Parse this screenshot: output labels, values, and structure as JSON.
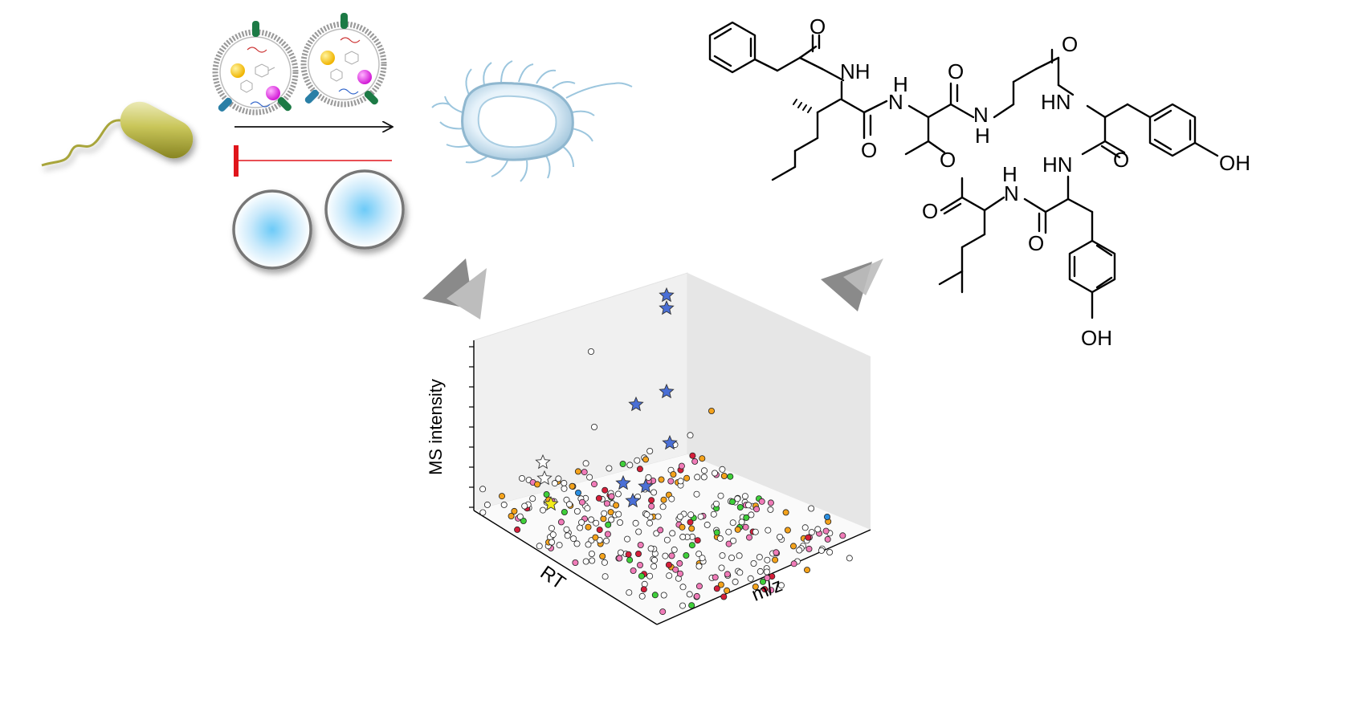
{
  "figure": {
    "plot3d": {
      "axis_x": "RT",
      "axis_y": "m/z",
      "axis_z": "MS intensity"
    },
    "molecule_labels": [
      {
        "id": "O1",
        "text": "O"
      },
      {
        "id": "NH1",
        "text": "NH"
      },
      {
        "id": "HN2h",
        "text": "H"
      },
      {
        "id": "N2",
        "text": "N"
      },
      {
        "id": "O2",
        "text": "O"
      },
      {
        "id": "O3",
        "text": "O"
      },
      {
        "id": "N3",
        "text": "N"
      },
      {
        "id": "H3",
        "text": "H"
      },
      {
        "id": "O4",
        "text": "O"
      },
      {
        "id": "HN4",
        "text": "HN"
      },
      {
        "id": "OH1",
        "text": "OH"
      },
      {
        "id": "O5",
        "text": "O"
      },
      {
        "id": "HN5",
        "text": "HN"
      },
      {
        "id": "O6",
        "text": "O"
      },
      {
        "id": "H7",
        "text": "H"
      },
      {
        "id": "N7",
        "text": "N"
      },
      {
        "id": "O7",
        "text": "O"
      },
      {
        "id": "O8",
        "text": "O"
      },
      {
        "id": "N8",
        "text": "N"
      },
      {
        "id": "H8",
        "text": "H"
      },
      {
        "id": "O9",
        "text": "O"
      },
      {
        "id": "OH2",
        "text": "OH"
      }
    ],
    "colors": {
      "bacterium_body": "#a8a53a",
      "inhibition_line": "#e0151b",
      "arrow_line": "#111111",
      "vesicle_shell": "#8a8a8a",
      "star_blue": "#4a6fd6",
      "star_yellow": "#f3ec1a",
      "dot_orange": "#f4a21b",
      "dot_pink": "#f07bb8",
      "dot_red": "#d51e3a",
      "dot_green": "#3fcf3a",
      "dot_blue": "#2a8ee0",
      "dot_white": "#ffffff"
    }
  }
}
